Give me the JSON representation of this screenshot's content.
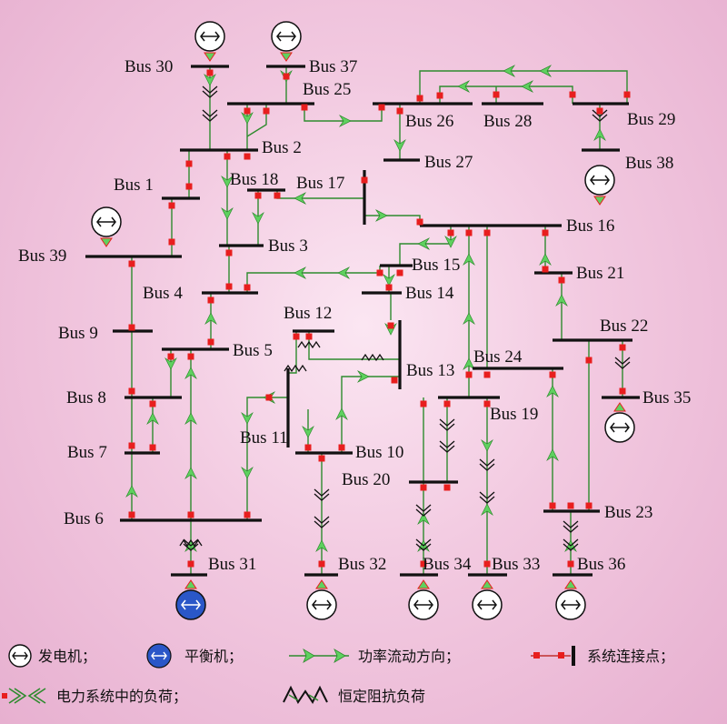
{
  "colors": {
    "bus": "#111111",
    "flow": "#2e8b2e",
    "arrow": "#5fd15f",
    "node": "#e81e1e",
    "slack": "#2a57c8"
  },
  "buses": [
    {
      "id": "b30",
      "label": "Bus 30"
    },
    {
      "id": "b37",
      "label": "Bus 37"
    },
    {
      "id": "b25",
      "label": "Bus 25"
    },
    {
      "id": "b26",
      "label": "Bus 26"
    },
    {
      "id": "b28",
      "label": "Bus 28"
    },
    {
      "id": "b29",
      "label": "Bus 29"
    },
    {
      "id": "b2",
      "label": "Bus 2"
    },
    {
      "id": "b27",
      "label": "Bus 27"
    },
    {
      "id": "b38",
      "label": "Bus 38"
    },
    {
      "id": "b1",
      "label": "Bus 1"
    },
    {
      "id": "b18",
      "label": "Bus 18"
    },
    {
      "id": "b17",
      "label": "Bus 17"
    },
    {
      "id": "b16",
      "label": "Bus 16"
    },
    {
      "id": "b39",
      "label": "Bus 39"
    },
    {
      "id": "b3",
      "label": "Bus 3"
    },
    {
      "id": "b15",
      "label": "Bus 15"
    },
    {
      "id": "b21",
      "label": "Bus 21"
    },
    {
      "id": "b4",
      "label": "Bus 4"
    },
    {
      "id": "b14",
      "label": "Bus 14"
    },
    {
      "id": "b12",
      "label": "Bus 12"
    },
    {
      "id": "b22",
      "label": "Bus 22"
    },
    {
      "id": "b9",
      "label": "Bus 9"
    },
    {
      "id": "b5",
      "label": "Bus 5"
    },
    {
      "id": "b24",
      "label": "Bus 24"
    },
    {
      "id": "b13",
      "label": "Bus 13"
    },
    {
      "id": "b8",
      "label": "Bus 8"
    },
    {
      "id": "b35",
      "label": "Bus 35"
    },
    {
      "id": "b19",
      "label": "Bus 19"
    },
    {
      "id": "b11",
      "label": "Bus 11"
    },
    {
      "id": "b7",
      "label": "Bus 7"
    },
    {
      "id": "b10",
      "label": "Bus 10"
    },
    {
      "id": "b20",
      "label": "Bus 20"
    },
    {
      "id": "b23",
      "label": "Bus 23"
    },
    {
      "id": "b6",
      "label": "Bus 6"
    },
    {
      "id": "b31",
      "label": "Bus 31"
    },
    {
      "id": "b32",
      "label": "Bus 32"
    },
    {
      "id": "b34",
      "label": "Bus 34"
    },
    {
      "id": "b33",
      "label": "Bus 33"
    },
    {
      "id": "b36",
      "label": "Bus 36"
    }
  ],
  "legend": {
    "generator": "发电机；",
    "slack": "平衡机；",
    "flow": "功率流动方向；",
    "node": "系统连接点；",
    "load": "电力系统中的负荷；",
    "impedance": "恒定阻抗负荷"
  }
}
